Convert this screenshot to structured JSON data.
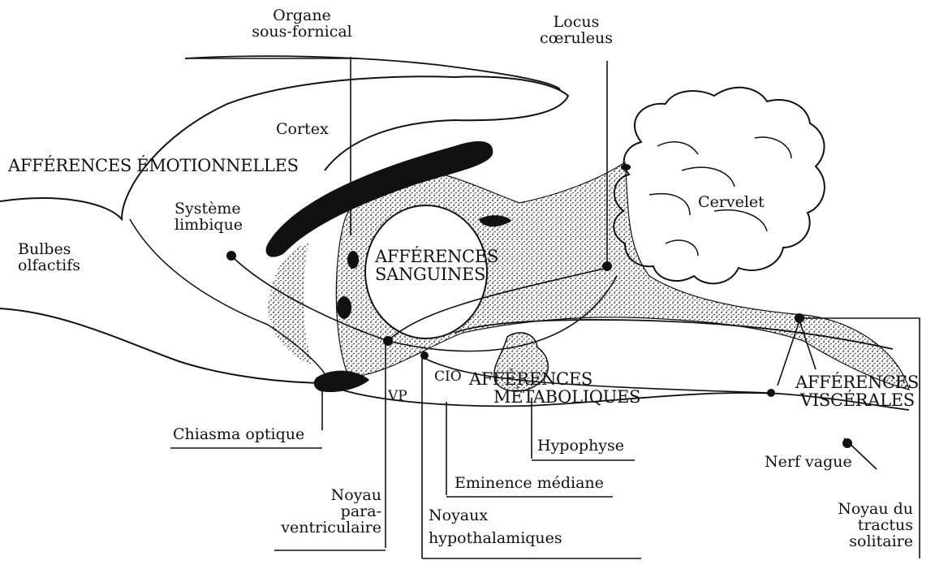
{
  "labels": {
    "organe": [
      "Organe",
      "sous-fornical"
    ],
    "locus": [
      "Locus",
      "cœruleus"
    ],
    "cortex": "Cortex",
    "aff_emotionnelles": "AFFÉRENCES ÉMOTIONNELLES",
    "systeme": [
      "Système",
      "limbique"
    ],
    "bulbes": [
      "Bulbes",
      "olfactifs"
    ],
    "cervelet": "Cervelet",
    "aff_sanguines": [
      "AFFÉRENCES",
      "SANGUINES"
    ],
    "cio": "CIO",
    "vp": "VP",
    "aff_metaboliques": [
      "AFFÉRENCES",
      "MÉTABOLIQUES"
    ],
    "aff_viscerales": [
      "AFFÉRENCES",
      "VISCÉRALES"
    ],
    "chiasma": "Chiasma optique",
    "hypophyse": "Hypophyse",
    "nerf": "Nerf vague",
    "eminence": "Eminence médiane",
    "noyau_para": [
      "Noyau",
      "para-",
      "ventriculaire"
    ],
    "noyaux_hypo": [
      "Noyaux",
      "hypothalamiques"
    ],
    "noyau_tractus": [
      "Noyau du",
      "tractus",
      "solitaire"
    ]
  }
}
